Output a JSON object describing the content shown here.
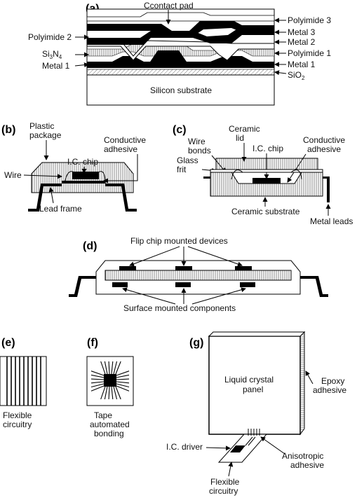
{
  "panels": {
    "a": {
      "tag": "(a)",
      "labels": {
        "contact_pad": "Ccontact pad",
        "polyimide3": "Polyimide 3",
        "metal3": "Metal 3",
        "metal2": "Metal 2",
        "polyimide2": "Polyimide 2",
        "polyimide1": "Polyimide 1",
        "si3n4_main": "Si",
        "si3n4_sub3": "3",
        "si3n4_n": "N",
        "si3n4_sub4": "4",
        "metal1_left": "Metal 1",
        "metal1_right": "Metal 1",
        "sio2_main": "SiO",
        "sio2_sub": "2",
        "substrate": "Silicon substrate"
      }
    },
    "b": {
      "tag": "(b)",
      "labels": {
        "plastic1": "Plastic",
        "plastic2": "package",
        "ic_chip": "I.C. chip",
        "conductive1": "Conductive",
        "conductive2": "adhesive",
        "wire": "Wire",
        "lead_frame": "Lead frame"
      }
    },
    "c": {
      "tag": "(c)",
      "labels": {
        "ceramic1": "Ceramic",
        "ceramic2": "lid",
        "wire1": "Wire",
        "wire2": "bonds",
        "ic_chip": "I.C. chip",
        "conductive1": "Conductive",
        "conductive2": "adhesive",
        "glass1": "Glass",
        "glass2": "frit",
        "substrate": "Ceramic substrate",
        "leads": "Metal leads"
      }
    },
    "d": {
      "tag": "(d)",
      "labels": {
        "flip_chip": "Flip chip mounted devices",
        "surface": "Surface mounted components"
      }
    },
    "e": {
      "tag": "(e)",
      "labels": {
        "line1": "Flexible",
        "line2": "circuitry"
      }
    },
    "f": {
      "tag": "(f)",
      "labels": {
        "line1": "Tape",
        "line2": "automated",
        "line3": "bonding"
      }
    },
    "g": {
      "tag": "(g)",
      "labels": {
        "panel1": "Liquid crystal",
        "panel2": "panel",
        "epoxy1": "Epoxy",
        "epoxy2": "adhesive",
        "driver": "I.C. driver",
        "aniso1": "Anisotropic",
        "aniso2": "adhesive",
        "flex1": "Flexible",
        "flex2": "circuitry"
      }
    }
  }
}
